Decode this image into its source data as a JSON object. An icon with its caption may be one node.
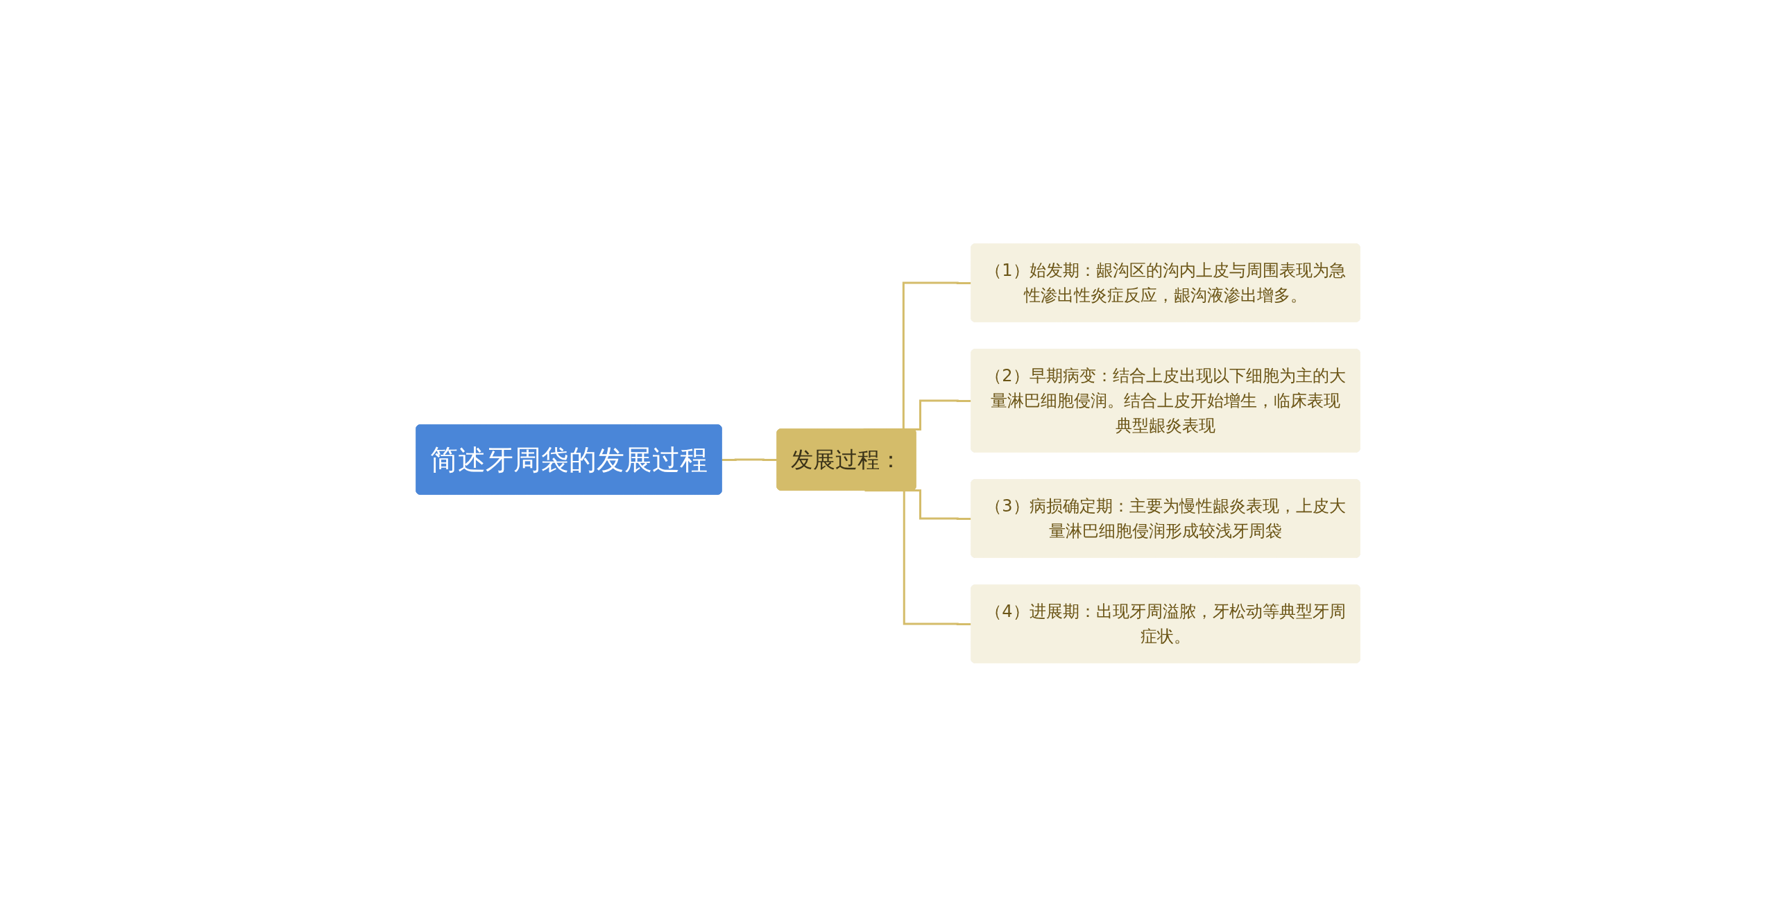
{
  "diagram": {
    "nodes": [
      {
        "text": [
          "简述牙周袋的发展过程"
        ]
      },
      {
        "text": [
          "发展过程："
        ]
      },
      {
        "text": [
          "（1）始发期：龈沟区的沟内上皮与周围表现为急性渗出性炎症反应，龈沟液渗出增多。"
        ]
      },
      {
        "text": [
          "（2）早期病变：结合上皮出现以下细胞为主的大量淋巴细胞侵润。结合上皮开始增生，临床表现典型龈炎表现"
        ]
      },
      {
        "text": [
          "（3）病损确定期：主要为慢性龈炎表现，上皮大量淋巴细胞侵润形成较浅牙周袋"
        ]
      },
      {
        "text": [
          "（4）进展期：出现牙周溢脓，牙松动等典型牙周症状。"
        ]
      }
    ],
    "edges": [
      {
        "from": 0,
        "to": 1,
        "arrow": "none"
      },
      {
        "from": 1,
        "to": 2,
        "arrow": "none"
      },
      {
        "from": 1,
        "to": 3,
        "arrow": "none"
      },
      {
        "from": 1,
        "to": 4,
        "arrow": "none"
      },
      {
        "from": 1,
        "to": 5,
        "arrow": "none"
      }
    ]
  }
}
